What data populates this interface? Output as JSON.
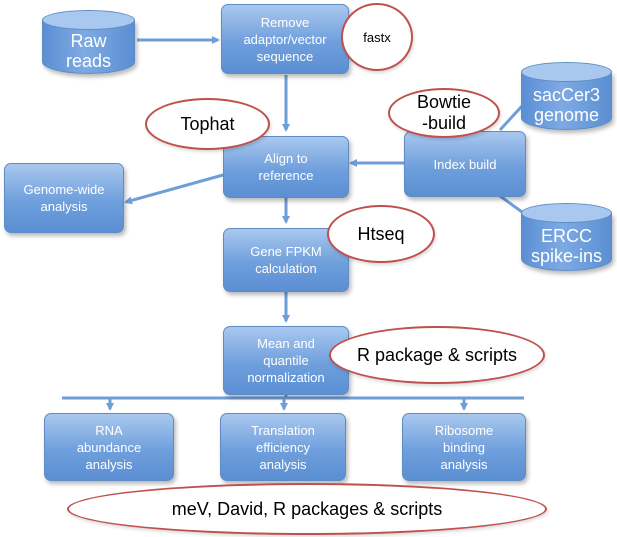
{
  "nodes": {
    "raw_reads": "Raw\nreads",
    "remove_adaptor": "Remove\nadaptor/vector\nsequence",
    "sacCer3_genome": "sacCer3\ngenome",
    "align_to_reference": "Align to\nreference",
    "index_build": "Index build",
    "genome_wide_analysis": "Genome-wide\nanalysis",
    "ercc_spike_ins": "ERCC\nspike-ins",
    "gene_fpkm": "Gene FPKM\ncalculation",
    "mean_quantile": "Mean and\nquantile\nnormalization",
    "rna_abundance": "RNA\nabundance\nanalysis",
    "translation_efficiency": "Translation\nefficiency\nanalysis",
    "ribosome_binding": "Ribosome\nbinding\nanalysis"
  },
  "tools": {
    "fastx": "fastx",
    "tophat": "Tophat",
    "bowtie_build": "Bowtie\n-build",
    "htseq": "Htseq",
    "r_package": "R package & scripts",
    "mev_david": "meV, David, R packages & scripts"
  },
  "colors": {
    "box_fill": "#6f9fdc",
    "arrow": "#6e9ed8",
    "tool_outline": "#c0504d"
  }
}
